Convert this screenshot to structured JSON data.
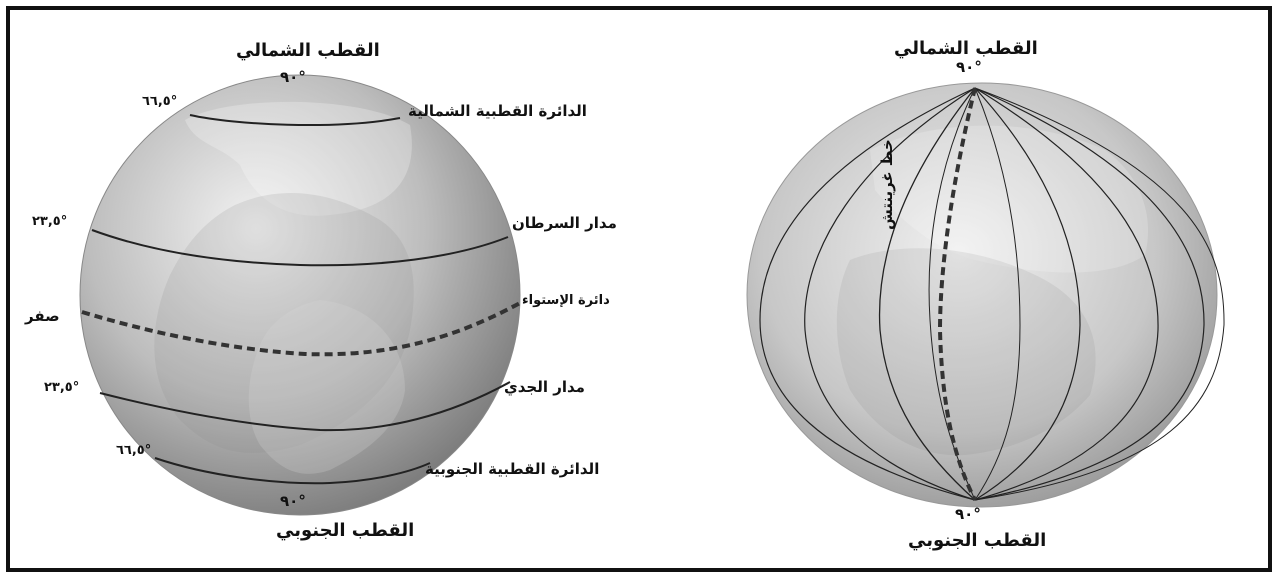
{
  "left_globe": {
    "north_pole_label": "القطب الشمالي",
    "north_pole_degree": "٩٠°",
    "arctic_circle_label": "الدائرة القطبية الشمالية",
    "arctic_circle_degree": "٦٦,٥°",
    "tropic_cancer_label": "مدار السرطان",
    "tropic_cancer_degree": "٢٣,٥°",
    "equator_label": "دائرة الإستواء",
    "equator_degree": "صفر",
    "tropic_capricorn_label": "مدار الجدي",
    "tropic_capricorn_degree": "٢٣,٥°",
    "antarctic_circle_label": "الدائرة القطبية الجنوبية",
    "antarctic_circle_degree": "٦٦,٥°",
    "south_pole_degree": "٩٠°",
    "south_pole_label": "القطب الجنوبي"
  },
  "right_globe": {
    "north_pole_label": "القطب الشمالي",
    "north_pole_degree": "٩٠°",
    "prime_meridian_label": "خط غرينتش",
    "south_pole_degree": "٩٠°",
    "south_pole_label": "القطب الجنوبي"
  },
  "colors": {
    "border": "#111111",
    "globe_light": "#f2f2f2",
    "globe_dark": "#777777",
    "line": "#222222"
  }
}
